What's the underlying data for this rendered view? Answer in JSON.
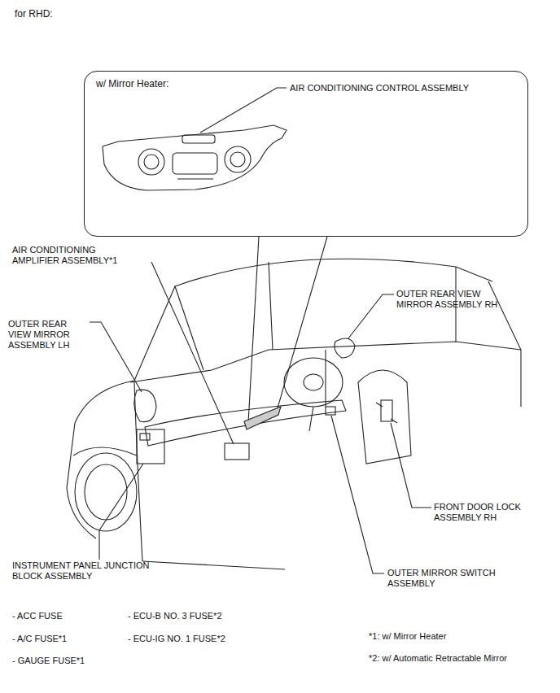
{
  "diagram": {
    "title": "for RHD:",
    "nodes": [
      {
        "text": [
          "w/ Mirror Heater:",
          "AIR CONDITIONING CONTROL ASSEMBLY"
        ]
      }
    ],
    "labels": [
      "AIR CONDITIONING AMPLIFIER ASSEMBLY*1",
      "OUTER REAR VIEW MIRROR ASSEMBLY LH",
      "OUTER REAR VIEW MIRROR ASSEMBLY RH",
      "FRONT DOOR LOCK ASSEMBLY RH",
      "OUTER MIRROR SWITCH ASSEMBLY",
      "INSTRUMENT PANEL JUNCTION BLOCK ASSEMBLY",
      "- ACC FUSE",
      "- A/C FUSE*1",
      "- GAUGE FUSE*1",
      "- ECU-B NO. 3 FUSE*2",
      "- ECU-IG NO. 1 FUSE*2",
      "*1: w/ Mirror Heater",
      "*2: w/ Automatic Retractable Mirror"
    ]
  }
}
